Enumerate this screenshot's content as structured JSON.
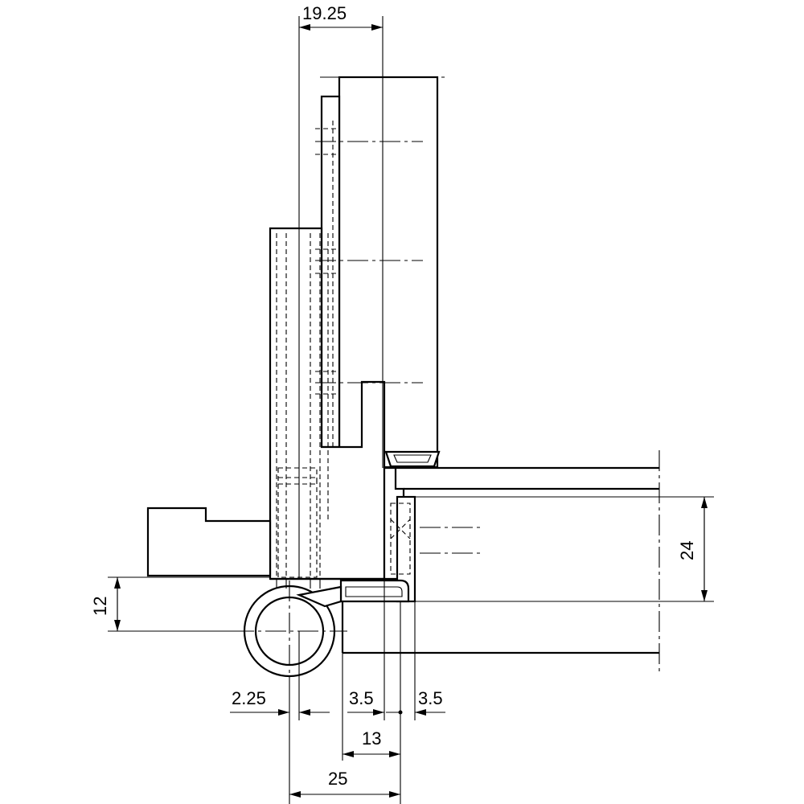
{
  "dimensions": {
    "top_width": "19.25",
    "leaf_thickness": "24",
    "pin_offset": "12",
    "pin_clearance": "2.25",
    "gap_left": "3.5",
    "gap_right": "3.5",
    "frame_offset": "13",
    "total_width": "25"
  }
}
